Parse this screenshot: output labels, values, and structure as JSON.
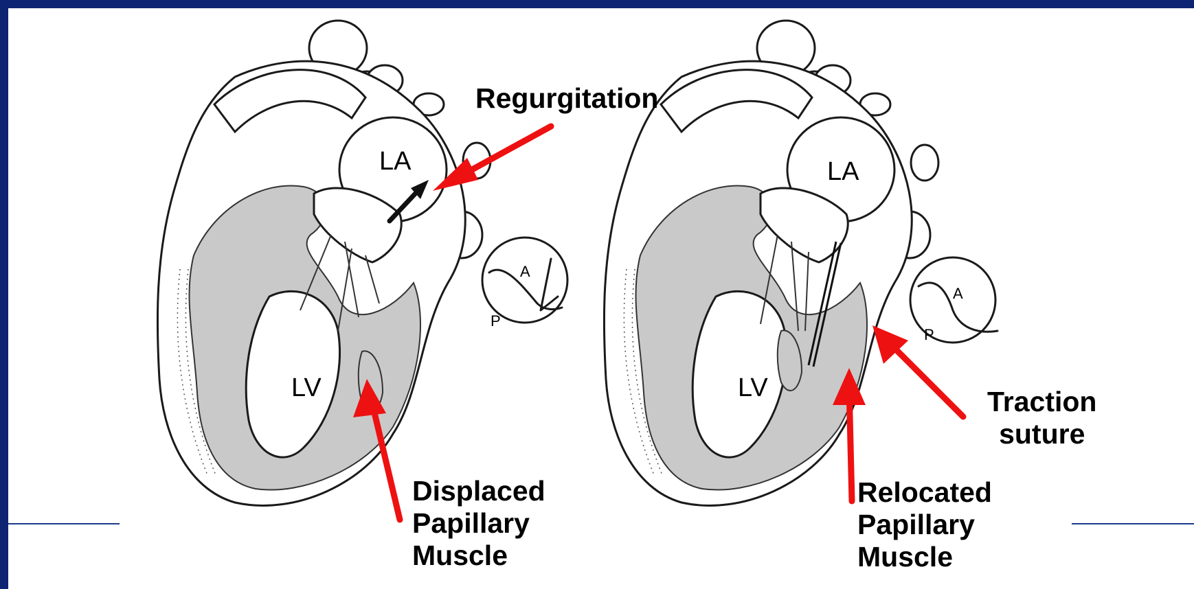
{
  "colors": {
    "frame": "#0d2472",
    "background": "#ffffff",
    "arrow": "#ee1111",
    "rule": "#1a3a8a"
  },
  "left_heart": {
    "chambers": {
      "atrium": "LA",
      "ventricle": "LV"
    },
    "inset_leaflets": {
      "anterior": "A",
      "posterior": "P"
    },
    "callouts": {
      "regurgitation": "Regurgitation",
      "displaced_muscle": [
        "Displaced",
        "Papillary",
        "Muscle"
      ]
    }
  },
  "right_heart": {
    "chambers": {
      "atrium": "LA",
      "ventricle": "LV"
    },
    "inset_leaflets": {
      "anterior": "A",
      "posterior": "P"
    },
    "callouts": {
      "traction_suture": [
        "Traction",
        "suture"
      ],
      "relocated_muscle": [
        "Relocated",
        "Papillary",
        "Muscle"
      ]
    }
  }
}
